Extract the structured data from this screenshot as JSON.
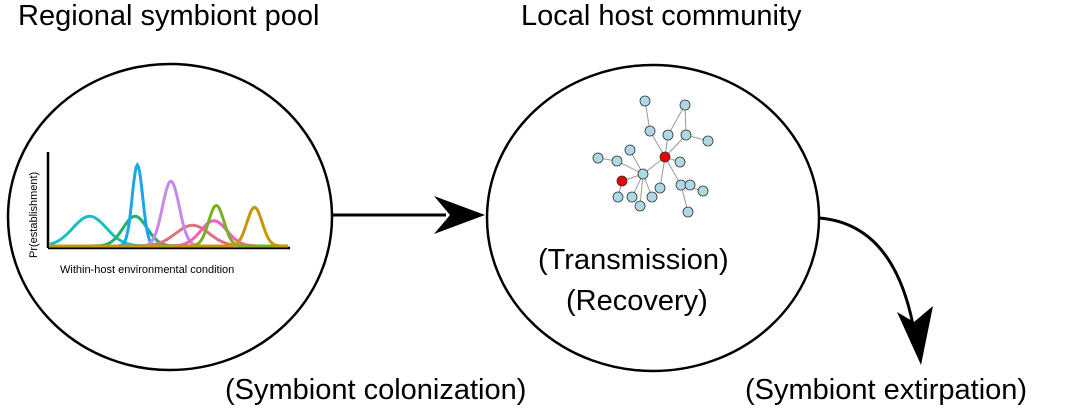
{
  "titles": {
    "pool": "Regional symbiont pool",
    "community": "Local host community"
  },
  "labels": {
    "colonization": "(Symbiont colonization)",
    "extirpation": "(Symbiont extirpation)",
    "transmission": "(Transmission)",
    "recovery": "(Recovery)"
  },
  "mini_plot": {
    "ylabel": "Pr(establishment)",
    "xlabel": "Within-host environmental condition",
    "curves": [
      {
        "color": "#1bbfbf",
        "mu": 0.17,
        "sigma": 0.07,
        "peak": 0.33
      },
      {
        "color": "#20b070",
        "mu": 0.36,
        "sigma": 0.05,
        "peak": 0.33
      },
      {
        "color": "#1aa6e8",
        "mu": 0.37,
        "sigma": 0.022,
        "peak": 0.9
      },
      {
        "color": "#e07080",
        "mu": 0.6,
        "sigma": 0.07,
        "peak": 0.23
      },
      {
        "color": "#c58ae8",
        "mu": 0.51,
        "sigma": 0.035,
        "peak": 0.72
      },
      {
        "color": "#f060c0",
        "mu": 0.69,
        "sigma": 0.055,
        "peak": 0.28
      },
      {
        "color": "#7ab020",
        "mu": 0.7,
        "sigma": 0.032,
        "peak": 0.45
      },
      {
        "color": "#c8960a",
        "mu": 0.86,
        "sigma": 0.032,
        "peak": 0.43
      }
    ]
  },
  "network": {
    "node_color": "#add8e6",
    "infected_color": "#ee0000",
    "infected_count": 2,
    "node_count": 22
  }
}
